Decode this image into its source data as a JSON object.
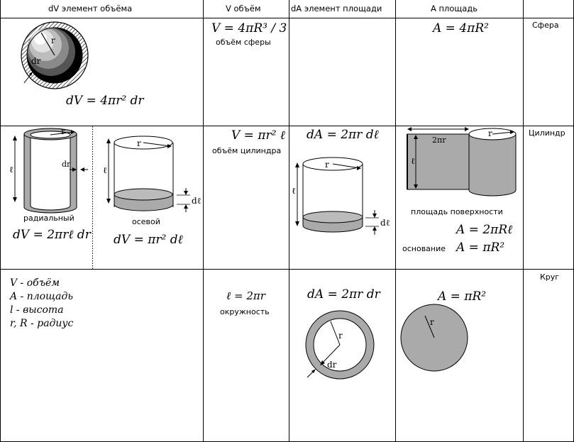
{
  "headers": {
    "dv": "dV  элемент объёма",
    "v": "V   объём",
    "da": "dA элемент площади",
    "a": "A    площадь"
  },
  "rows": {
    "sphere": {
      "name": "Сфера",
      "dv_formula": "dV = 4πr² dr",
      "v_formula": "V = 4πR³ / 3",
      "v_caption": "объём сферы",
      "a_formula": "A = 4πR²",
      "labels": {
        "r": "r",
        "dr": "dr"
      }
    },
    "cylinder": {
      "name": "Цилиндр",
      "radial_caption": "радиальный",
      "radial_formula": "dV = 2πrℓ dr",
      "axial_caption": "осевой",
      "axial_formula": "dV = πr² dℓ",
      "v_formula": "V = πr² ℓ",
      "v_caption": "объём цилиндра",
      "da_formula": "dA = 2πr dℓ",
      "surface_caption": "площадь поверхности",
      "surface_formula": "A = 2πRℓ",
      "base_caption": "основание",
      "base_formula": "A = πR²",
      "labels": {
        "r": "r",
        "dr": "dr",
        "l": "ℓ",
        "dl": "dℓ",
        "two_pi_r": "2πr"
      }
    },
    "circle": {
      "name": "Круг",
      "legend": [
        "V - объём",
        "A - площадь",
        "l - высота",
        "r, R - радиус"
      ],
      "v_formula": "ℓ = 2πr",
      "v_caption": "окружность",
      "da_formula": "dA = 2πr dr",
      "a_formula": "A = πR²",
      "labels": {
        "r": "r",
        "dr": "dr"
      }
    }
  }
}
